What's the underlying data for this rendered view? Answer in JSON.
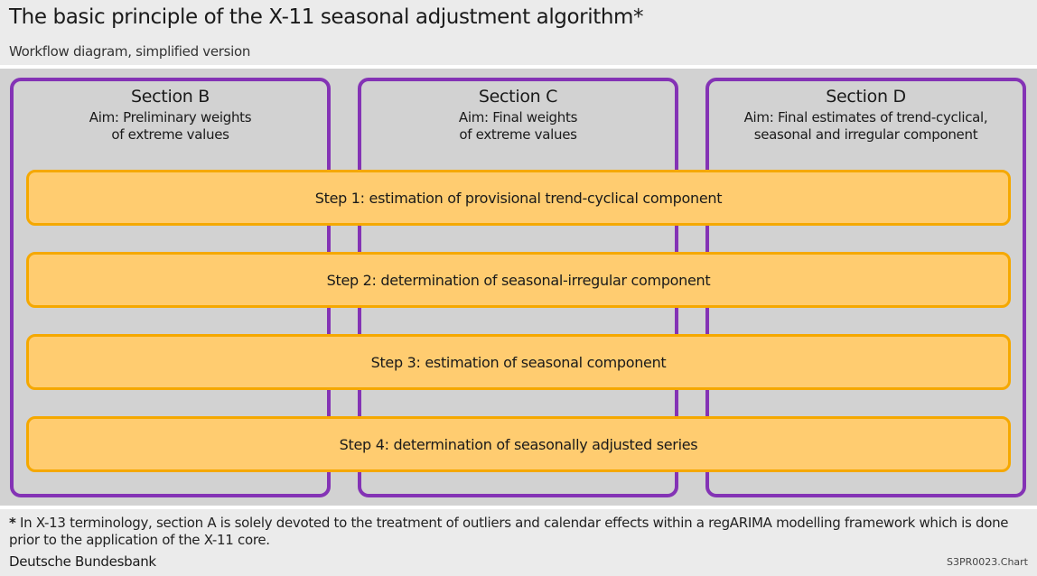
{
  "header": {
    "title": "The basic principle of the X-11 seasonal adjustment algorithm*",
    "subtitle": "Workflow diagram, simplified version"
  },
  "sections": [
    {
      "title": "Section B",
      "aim_line1": "Aim: Preliminary weights",
      "aim_line2": "of extreme values"
    },
    {
      "title": "Section C",
      "aim_line1": "Aim: Final weights",
      "aim_line2": "of extreme values"
    },
    {
      "title": "Section D",
      "aim_line1": "Aim: Final estimates of trend-cyclical,",
      "aim_line2": "seasonal and irregular component"
    }
  ],
  "steps": [
    "Step 1: estimation of provisional trend-cyclical component",
    "Step 2: determination of seasonal-irregular component",
    "Step 3: estimation of seasonal component",
    "Step 4: determination of seasonally adjusted series"
  ],
  "footer": {
    "asterisk": "*",
    "note": " In X-13 terminology, section A is solely devoted to the treatment of outliers and calendar effects within a regARIMA modelling framework which is done prior to the application of the X-11 core.",
    "source": "Deutsche Bundesbank",
    "code": "S3PR0023.Chart"
  },
  "colors": {
    "section_border": "#8433b5",
    "step_fill": "#ffcc70",
    "step_border": "#f5a800"
  }
}
